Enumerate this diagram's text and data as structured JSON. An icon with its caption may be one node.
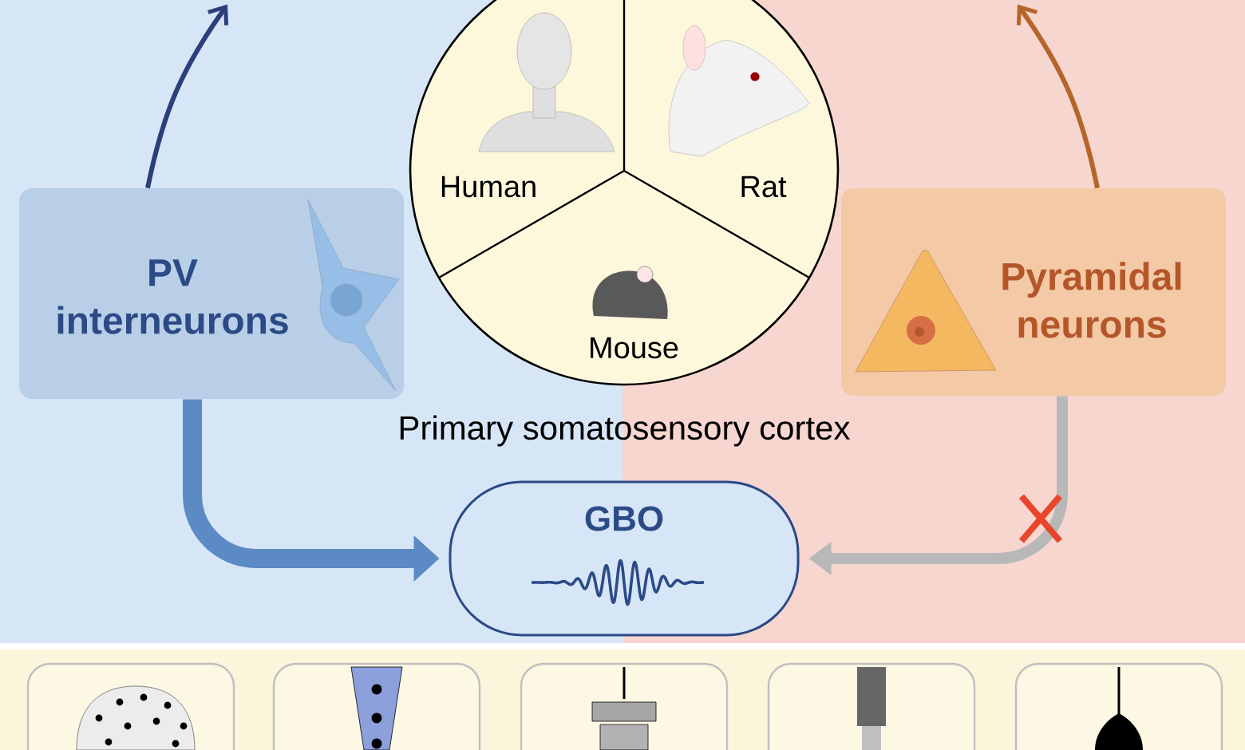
{
  "diagram": {
    "nodes": [
      {
        "text": [
          "PV interneurons"
        ]
      },
      {
        "text": [
          "Pyramidal neurons"
        ]
      },
      {
        "text": [
          "GBO"
        ]
      },
      {
        "text": [],
        "shape": "box"
      },
      {
        "text": [],
        "shape": "box"
      },
      {
        "text": [],
        "shape": "box"
      },
      {
        "text": [],
        "shape": "box"
      },
      {
        "text": [],
        "shape": "box"
      }
    ],
    "edges": [
      {
        "from": 0,
        "to": null,
        "arrow": "to",
        "color": "#2b3f7a"
      },
      {
        "from": 1,
        "to": null,
        "arrow": "to",
        "color": "#b5652a"
      },
      {
        "from": 0,
        "to": 2,
        "arrow": "to",
        "style": "thick",
        "color": "#5b8ac4"
      },
      {
        "from": 1,
        "to": 2,
        "arrow": "to",
        "style": "thick",
        "color": "#b8b8b8"
      }
    ],
    "labels": [
      "Human",
      "Rat",
      "Mouse",
      "Primary somatosensory cortex"
    ]
  }
}
